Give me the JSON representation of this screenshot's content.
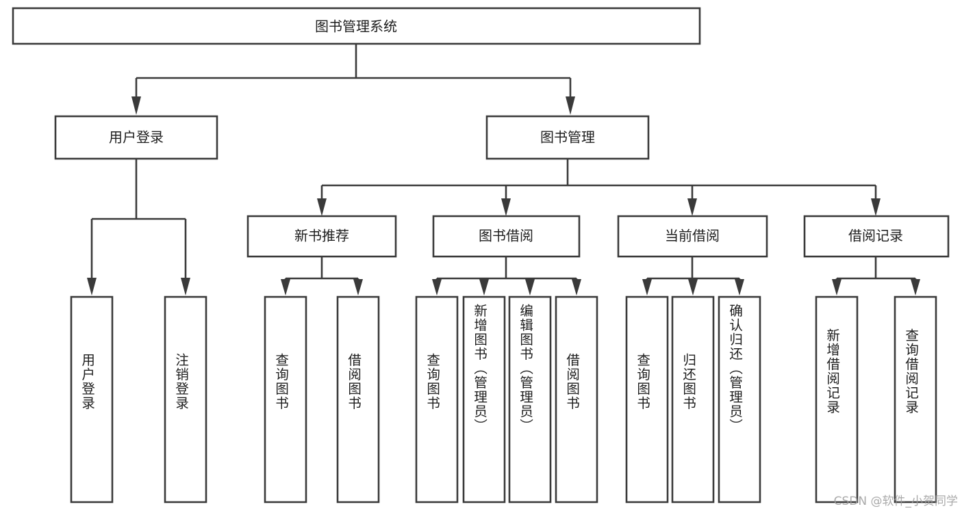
{
  "diagram": {
    "type": "tree",
    "title": "图书管理系统",
    "watermark": "CSDN @软件_小贺同学",
    "colors": {
      "box_stroke": "#3a3a3a",
      "box_fill": "#ffffff",
      "text": "#1d1d1d",
      "background": "#ffffff",
      "watermark": "#9b9b9b"
    },
    "root": {
      "label": "图书管理系统"
    },
    "level1": [
      {
        "label": "用户登录"
      },
      {
        "label": "图书管理"
      }
    ],
    "level2": [
      {
        "label": "新书推荐"
      },
      {
        "label": "图书借阅"
      },
      {
        "label": "当前借阅"
      },
      {
        "label": "借阅记录"
      }
    ],
    "leaves": {
      "user_login": [
        {
          "label": "用户登录"
        },
        {
          "label": "注销登录"
        }
      ],
      "new_book_recommend": [
        {
          "label": "查询图书"
        },
        {
          "label": "借阅图书"
        }
      ],
      "book_borrow": [
        {
          "label": "查询图书"
        },
        {
          "label": "新增图书（管理员）"
        },
        {
          "label": "编辑图书（管理员）"
        },
        {
          "label": "借阅图书"
        }
      ],
      "current_borrow": [
        {
          "label": "查询图书"
        },
        {
          "label": "归还图书"
        },
        {
          "label": "确认归还（管理员）"
        }
      ],
      "borrow_record": [
        {
          "label": "新增借阅记录"
        },
        {
          "label": "查询借阅记录"
        }
      ]
    }
  }
}
